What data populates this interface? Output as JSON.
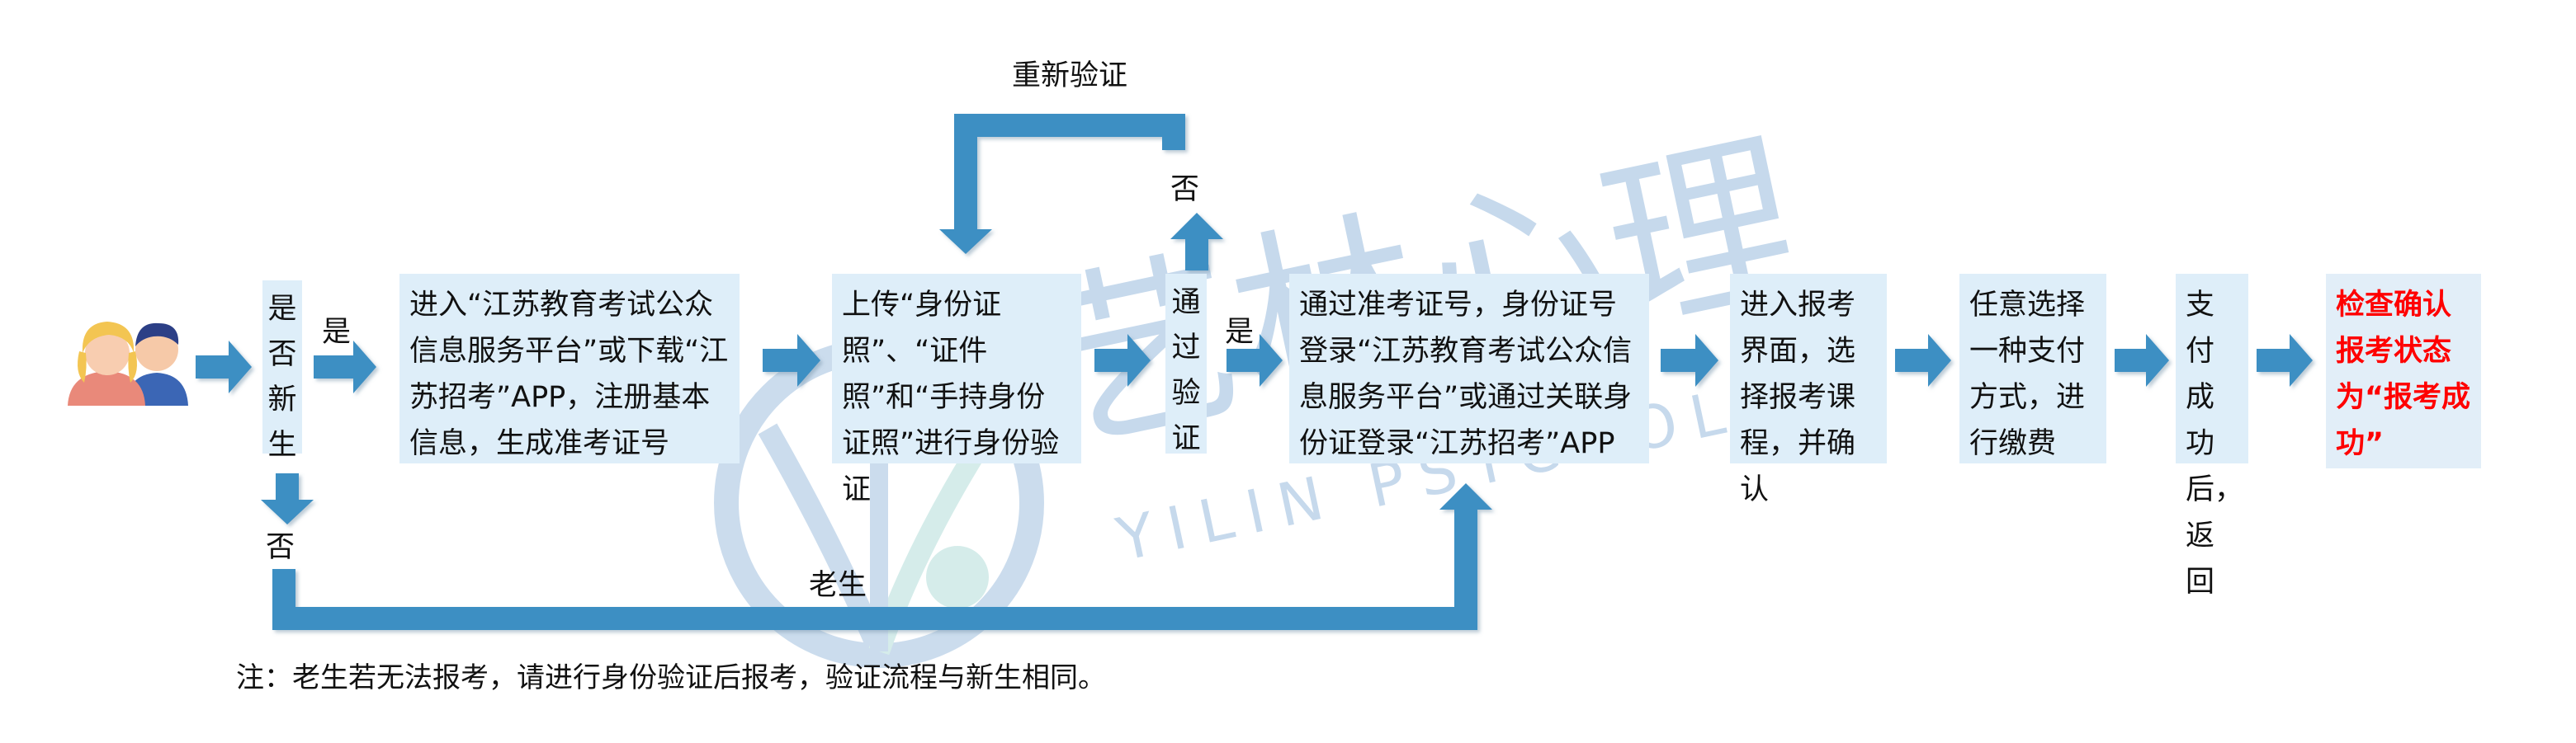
{
  "watermark": {
    "brand": "艺林心理",
    "subtext": "YILIN PSYCHOLOGY"
  },
  "colors": {
    "arrow": "#3d8fc3",
    "box_fill": "#deeef9",
    "final_text": "#ff0000",
    "watermark": "#c6d9ec"
  },
  "icons": {
    "students": "two-students-icon"
  },
  "nodes": {
    "new_student": "是否新生",
    "register": "进入“江苏教育考试公众信息服务平台”或下载“江苏招考”APP，注册基本信息，生成准考证号",
    "upload": "上传“身份证照”、“证件照”和“手持身份证照”进行身份验证",
    "passed": "通过验证",
    "login": "通过准考证号，身份证号登录“江苏教育考试公众信息服务平台”或通过关联身份证登录“江苏招考”APP",
    "select": "进入报考界面，选择报考课程，并确认",
    "payment": "任意选择一种支付方式，进行缴费",
    "return": "支付成功后，返回",
    "check": "检查确认报考状态为“报考成功”"
  },
  "labels": {
    "yes1": "是",
    "yes2": "是",
    "no1": "否",
    "no2": "否",
    "reverify": "重新验证",
    "old_student": "老生"
  },
  "note": "注：老生若无法报考，请进行身份验证后报考，验证流程与新生相同。"
}
